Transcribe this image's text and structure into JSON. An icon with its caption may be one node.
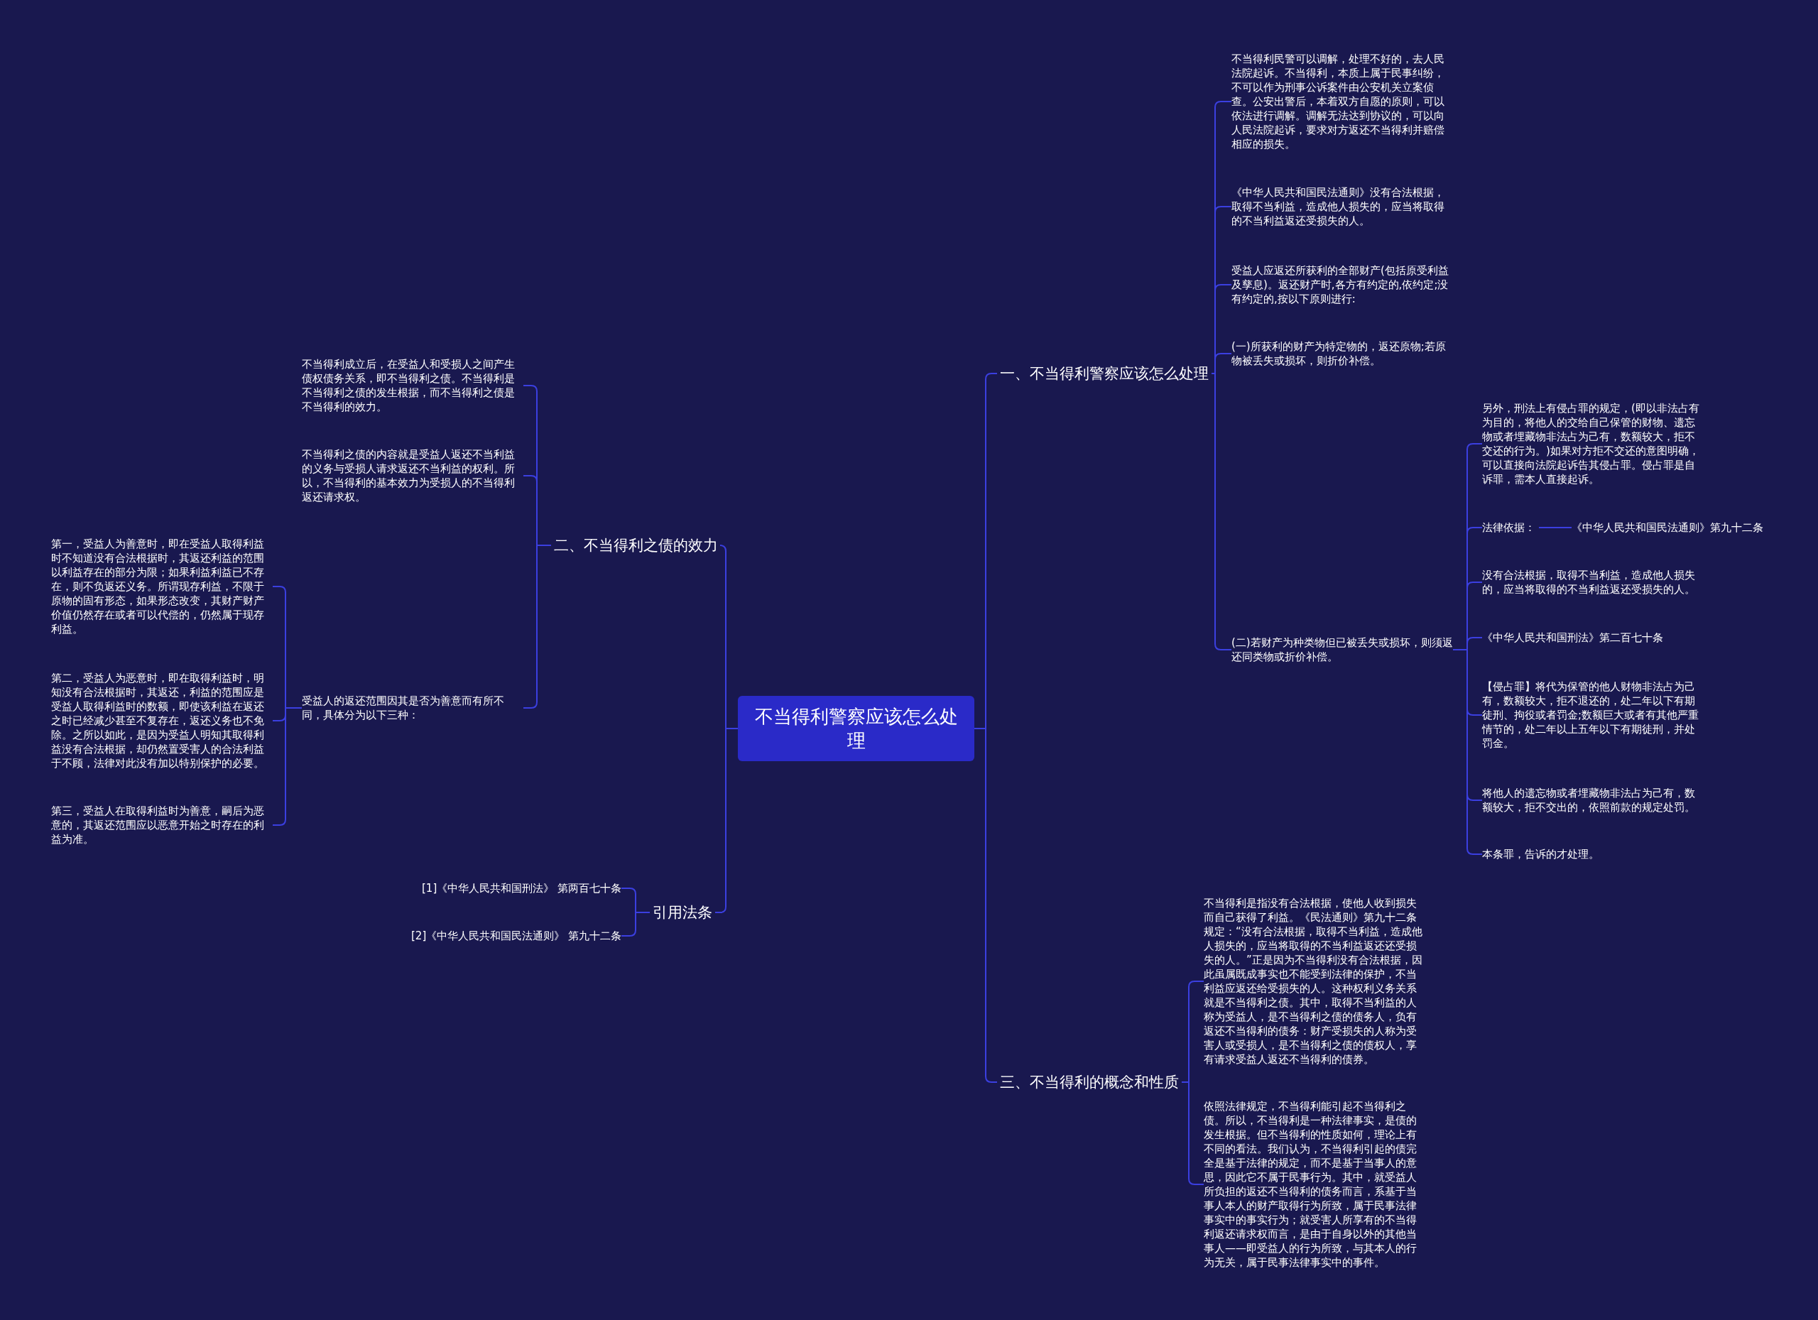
{
  "diagram": {
    "nodes": [
      {
        "text": [
          "不当得利警察应该怎么处理"
        ]
      },
      {
        "text": [
          "一、不当得利警察应该怎么处理"
        ]
      },
      {
        "text": [
          "不当得利民警可以调解，处理不好的，去人民法院起诉。不当得利，本质上属于民事纠纷，不可以作为刑事公诉案件由公安机关立案侦查。公安出警后，本着双方自愿的原则，可以依法进行调解。调解无法达到协议的，可以向人民法院起诉，要求对方返还不当得利并赔偿相应的损失。"
        ]
      },
      {
        "text": [
          "《中华人民共和国民法通则》没有合法根据，取得不当利益，造成他人损失的，应当将取得的不当利益返还受损失的人。"
        ]
      },
      {
        "text": [
          "受益人应返还所获利的全部财产(包括原受利益及孳息)。返还财产时,各方有约定的,依约定;没有约定的,按以下原则进行:"
        ]
      },
      {
        "text": [
          "(一)所获利的财产为特定物的，返还原物;若原物被丢失或损坏，则折价补偿。"
        ]
      },
      {
        "text": [
          "(二)若财产为种类物但已被丢失或损坏，则须返还同类物或折价补偿。"
        ]
      },
      {
        "text": [
          "另外，刑法上有侵占罪的规定，(即以非法占有为目的，将他人的交给自己保管的财物、遗忘物或者埋藏物非法占为己有，数额较大，拒不交还的行为。)如果对方拒不交还的意图明确，可以直接向法院起诉告其侵占罪。侵占罪是自诉罪，需本人直接起诉。"
        ]
      },
      {
        "text": [
          "法律依据："
        ]
      },
      {
        "text": [
          "《中华人民共和国民法通则》第九十二条"
        ]
      },
      {
        "text": [
          "没有合法根据，取得不当利益，造成他人损失的，应当将取得的不当利益返还受损失的人。"
        ]
      },
      {
        "text": [
          "《中华人民共和国刑法》第二百七十条"
        ]
      },
      {
        "text": [
          "【侵占罪】将代为保管的他人财物非法占为己有，数额较大，拒不退还的，处二年以下有期徒刑、拘役或者罚金;数额巨大或者有其他严重情节的，处二年以上五年以下有期徒刑，并处罚金。"
        ]
      },
      {
        "text": [
          "将他人的遗忘物或者埋藏物非法占为己有，数额较大，拒不交出的，依照前款的规定处罚。"
        ]
      },
      {
        "text": [
          "本条罪，告诉的才处理。"
        ]
      },
      {
        "text": [
          "三、不当得利的概念和性质"
        ]
      },
      {
        "text": [
          "不当得利是指没有合法根据，使他人收到损失而自己获得了利益。《民法通则》第九十二条规定：“没有合法根据，取得不当利益，造成他人损失的，应当将取得的不当利益返还还受损失的人。”正是因为不当得利没有合法根据，因此虽属既成事实也不能受到法律的保护，不当利益应返还给受损失的人。这种权利义务关系就是不当得利之债。其中，取得不当利益的人称为受益人，是不当得利之债的债务人，负有返还不当得利的债务：财产受损失的人称为受害人或受损人，是不当得利之债的债权人，享有请求受益人返还不当得利的债券。"
        ]
      },
      {
        "text": [
          "依照法律规定，不当得利能引起不当得利之债。所以，不当得利是一种法律事实，是债的发生根据。但不当得利的性质如何，理论上有不同的看法。我们认为，不当得利引起的债完全是基于法律的规定，而不是基于当事人的意思，因此它不属于民事行为。其中，就受益人所负担的返还不当得利的债务而言，系基于当事人本人的财产取得行为所致，属于民事法律事实中的事实行为；就受害人所享有的不当得利返还请求权而言，是由于自身以外的其他当事人——即受益人的行为所致，与其本人的行为无关，属于民事法律事实中的事件。"
        ]
      },
      {
        "text": [
          "二、不当得利之债的效力"
        ]
      },
      {
        "text": [
          "不当得利成立后，在受益人和受损人之间产生债权债务关系，即不当得利之债。不当得利是不当得利之债的发生根据，而不当得利之债是不当得利的效力。"
        ]
      },
      {
        "text": [
          "不当得利之债的内容就是受益人返还不当利益的义务与受损人请求返还不当利益的权利。所以，不当得利的基本效力为受损人的不当得利返还请求权。"
        ]
      },
      {
        "text": [
          "受益人的返还范围因其是否为善意而有所不同，具体分为以下三种："
        ]
      },
      {
        "text": [
          "第一，受益人为善意时，即在受益人取得利益时不知道没有合法根据时，其返还利益的范围以利益存在的部分为限；如果利益利益已不存在，则不负返还义务。所谓现存利益，不限于原物的固有形态，如果形态改变，其财产财产价值仍然存在或者可以代偿的，仍然属于现存利益。"
        ]
      },
      {
        "text": [
          "第二，受益人为恶意时，即在取得利益时，明知没有合法根据时，其返还，利益的范围应是受益人取得利益时的数额，即使该利益在返还之时已经减少甚至不复存在，返还义务也不免除。之所以如此，是因为受益人明知其取得利益没有合法根据，却仍然置受害人的合法利益于不顾，法律对此没有加以特别保护的必要。"
        ]
      },
      {
        "text": [
          "第三，受益人在取得利益时为善意，嗣后为恶意的，其返还范围应以恶意开始之时存在的利益为准。"
        ]
      },
      {
        "text": [
          "引用法条"
        ]
      },
      {
        "text": [
          "[1]《中华人民共和国刑法》 第两百七十条"
        ]
      },
      {
        "text": [
          "[2]《中华人民共和国民法通则》 第九十二条"
        ]
      }
    ],
    "edges": [
      {
        "from": 0,
        "to": 1,
        "arrow": "none"
      },
      {
        "from": 1,
        "to": 2,
        "arrow": "none"
      },
      {
        "from": 1,
        "to": 3,
        "arrow": "none"
      },
      {
        "from": 1,
        "to": 4,
        "arrow": "none"
      },
      {
        "from": 1,
        "to": 5,
        "arrow": "none"
      },
      {
        "from": 1,
        "to": 6,
        "arrow": "none"
      },
      {
        "from": 6,
        "to": 7,
        "arrow": "none"
      },
      {
        "from": 6,
        "to": 8,
        "arrow": "none"
      },
      {
        "from": 8,
        "to": 9,
        "arrow": "none"
      },
      {
        "from": 6,
        "to": 10,
        "arrow": "none"
      },
      {
        "from": 6,
        "to": 11,
        "arrow": "none"
      },
      {
        "from": 6,
        "to": 12,
        "arrow": "none"
      },
      {
        "from": 6,
        "to": 13,
        "arrow": "none"
      },
      {
        "from": 6,
        "to": 14,
        "arrow": "none"
      },
      {
        "from": 0,
        "to": 15,
        "arrow": "none"
      },
      {
        "from": 15,
        "to": 16,
        "arrow": "none"
      },
      {
        "from": 15,
        "to": 17,
        "arrow": "none"
      },
      {
        "from": 0,
        "to": 18,
        "arrow": "none"
      },
      {
        "from": 18,
        "to": 19,
        "arrow": "none"
      },
      {
        "from": 18,
        "to": 20,
        "arrow": "none"
      },
      {
        "from": 18,
        "to": 21,
        "arrow": "none"
      },
      {
        "from": 21,
        "to": 22,
        "arrow": "none"
      },
      {
        "from": 21,
        "to": 23,
        "arrow": "none"
      },
      {
        "from": 21,
        "to": 24,
        "arrow": "none"
      },
      {
        "from": 0,
        "to": 25,
        "arrow": "none"
      },
      {
        "from": 25,
        "to": 26,
        "arrow": "none"
      },
      {
        "from": 25,
        "to": 27,
        "arrow": "none"
      }
    ]
  }
}
